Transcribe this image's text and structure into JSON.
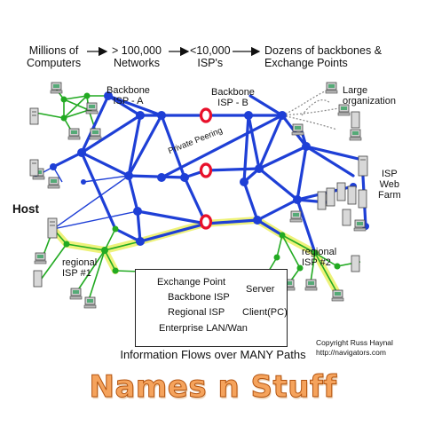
{
  "header": {
    "step1": "Millions of\nComputers",
    "arrow": "→",
    "step2": "> 100,000\nNetworks",
    "step3": "<10,000\nISP's",
    "step4": "Dozens of backbones &\nExchange Points"
  },
  "labels": {
    "backbone_a": "Backbone\nISP - A",
    "backbone_b": "Backbone\nISP - B",
    "private_peering": "Private Peering",
    "large_org": "Large\norganization",
    "isp_web_farm": "ISP\nWeb\nFarm",
    "host": "Host",
    "regional_1": "regional\nISP #1",
    "regional_2": "regional\nISP #2"
  },
  "legend": {
    "exchange_point": "Exchange Point",
    "backbone_isp": "Backbone ISP",
    "regional_isp": "Regional ISP",
    "enterprise_lan": "Enterprise LAN/Wan",
    "server": "Server",
    "client": "Client(PC)"
  },
  "footer": {
    "info_flows": "Information Flows over MANY Paths",
    "copyright": "Copyright Russ Haynal\nhttp://navigators.com",
    "brand": "Names n Stuff"
  },
  "colors": {
    "backbone": "#1e3fd6",
    "regional": "#22aa22",
    "highlight": "#eef27a",
    "exchange": "#e8102a",
    "brand_fill": "#f5a35c"
  }
}
